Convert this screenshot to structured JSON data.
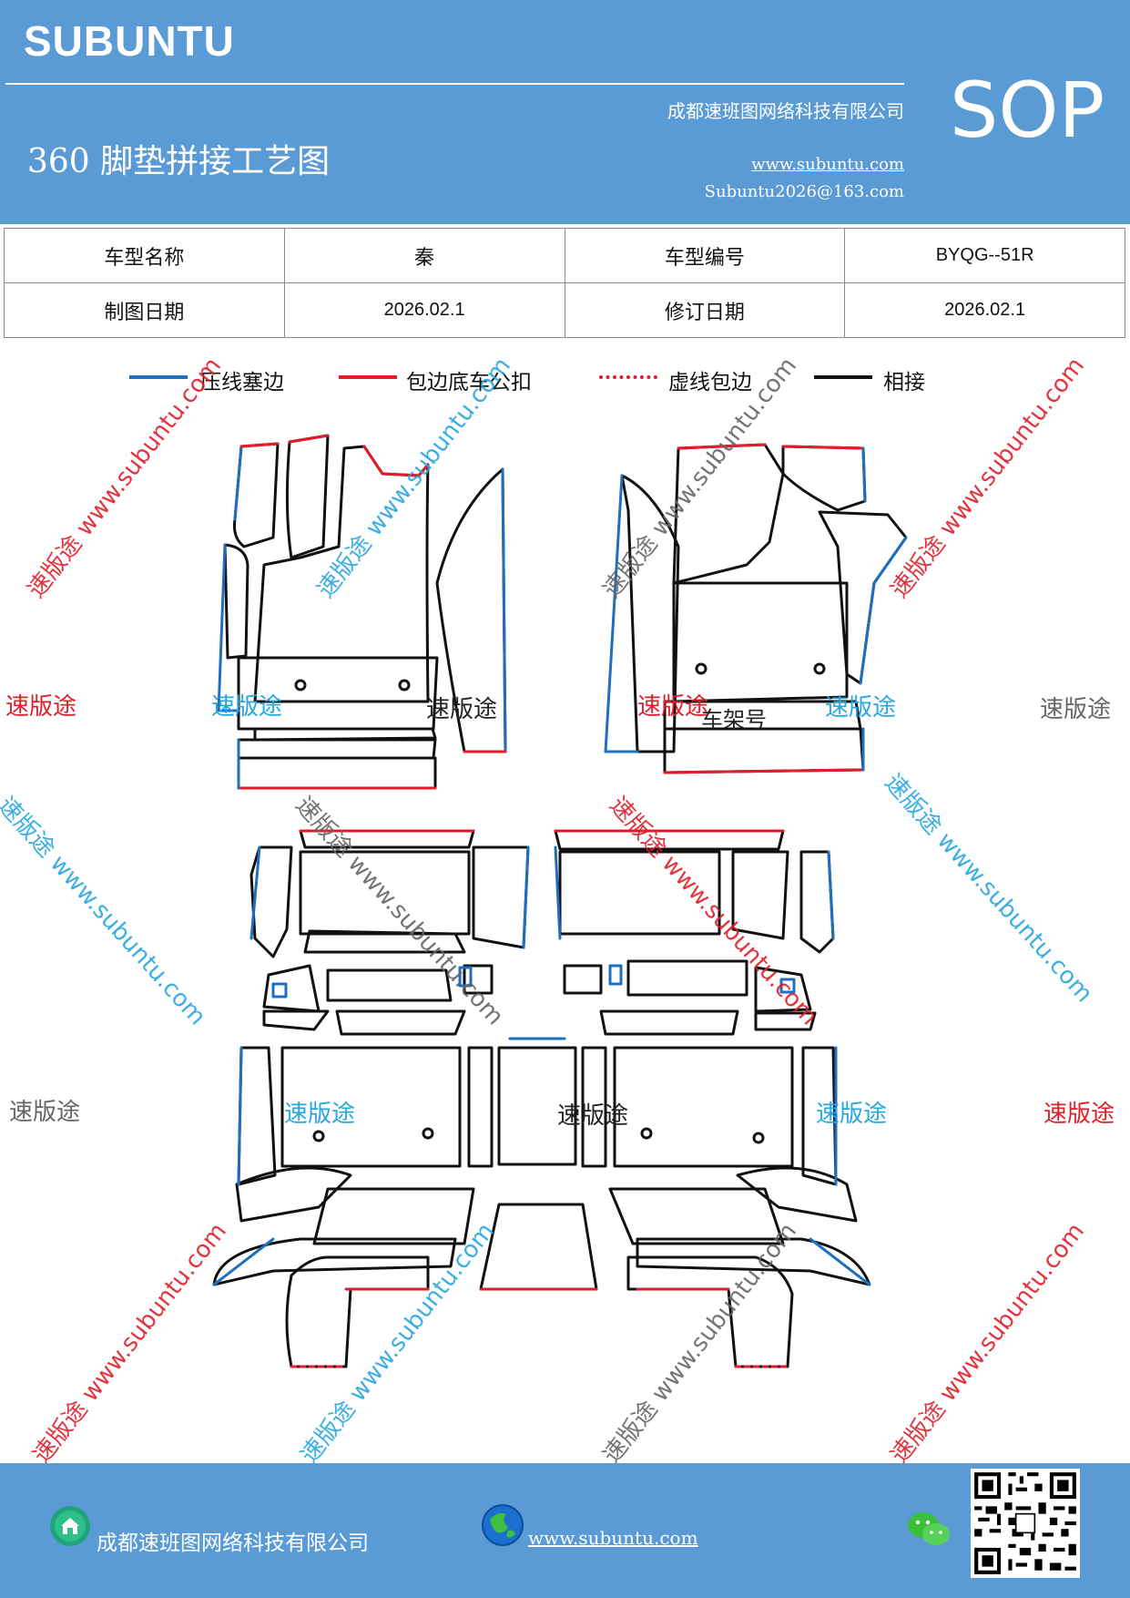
{
  "header": {
    "brand": "SUBUNTU",
    "doc_code": "SOP",
    "company": "成都速班图网络科技有限公司",
    "title": "360 脚垫拼接工艺图",
    "website": "www.subuntu.com",
    "email": "Subuntu2026@163.com",
    "background_color": "#5b9bd5"
  },
  "info_table": {
    "rows": [
      {
        "label1": "车型名称",
        "value1": "秦",
        "label2": "车型编号",
        "value2": "BYQG--51R"
      },
      {
        "label1": "制图日期",
        "value1": "2026.02.1",
        "label2": "修订日期",
        "value2": "2026.02.1"
      }
    ]
  },
  "legend": [
    {
      "label": "压线塞边",
      "color": "#1f6fbf",
      "style": "solid"
    },
    {
      "label": "包边底车公扣",
      "color": "#e01e2a",
      "style": "solid"
    },
    {
      "label": "虚线包边",
      "color": "#e01e2a",
      "style": "dotted"
    },
    {
      "label": "相接",
      "color": "#111111",
      "style": "solid"
    }
  ],
  "diagram": {
    "frame_label": "车架号",
    "watermark_text": "速版途",
    "watermark_url": "www.subuntu.com",
    "watermark_diag": "速版途 www.subuntu.com"
  },
  "footer": {
    "company": "成都速班图网络科技有限公司",
    "website": "www.subuntu.com",
    "home_icon": "home-icon",
    "globe_icon": "globe-icon",
    "wechat_icon": "wechat-icon",
    "qr_icon": "qr-code-icon"
  }
}
